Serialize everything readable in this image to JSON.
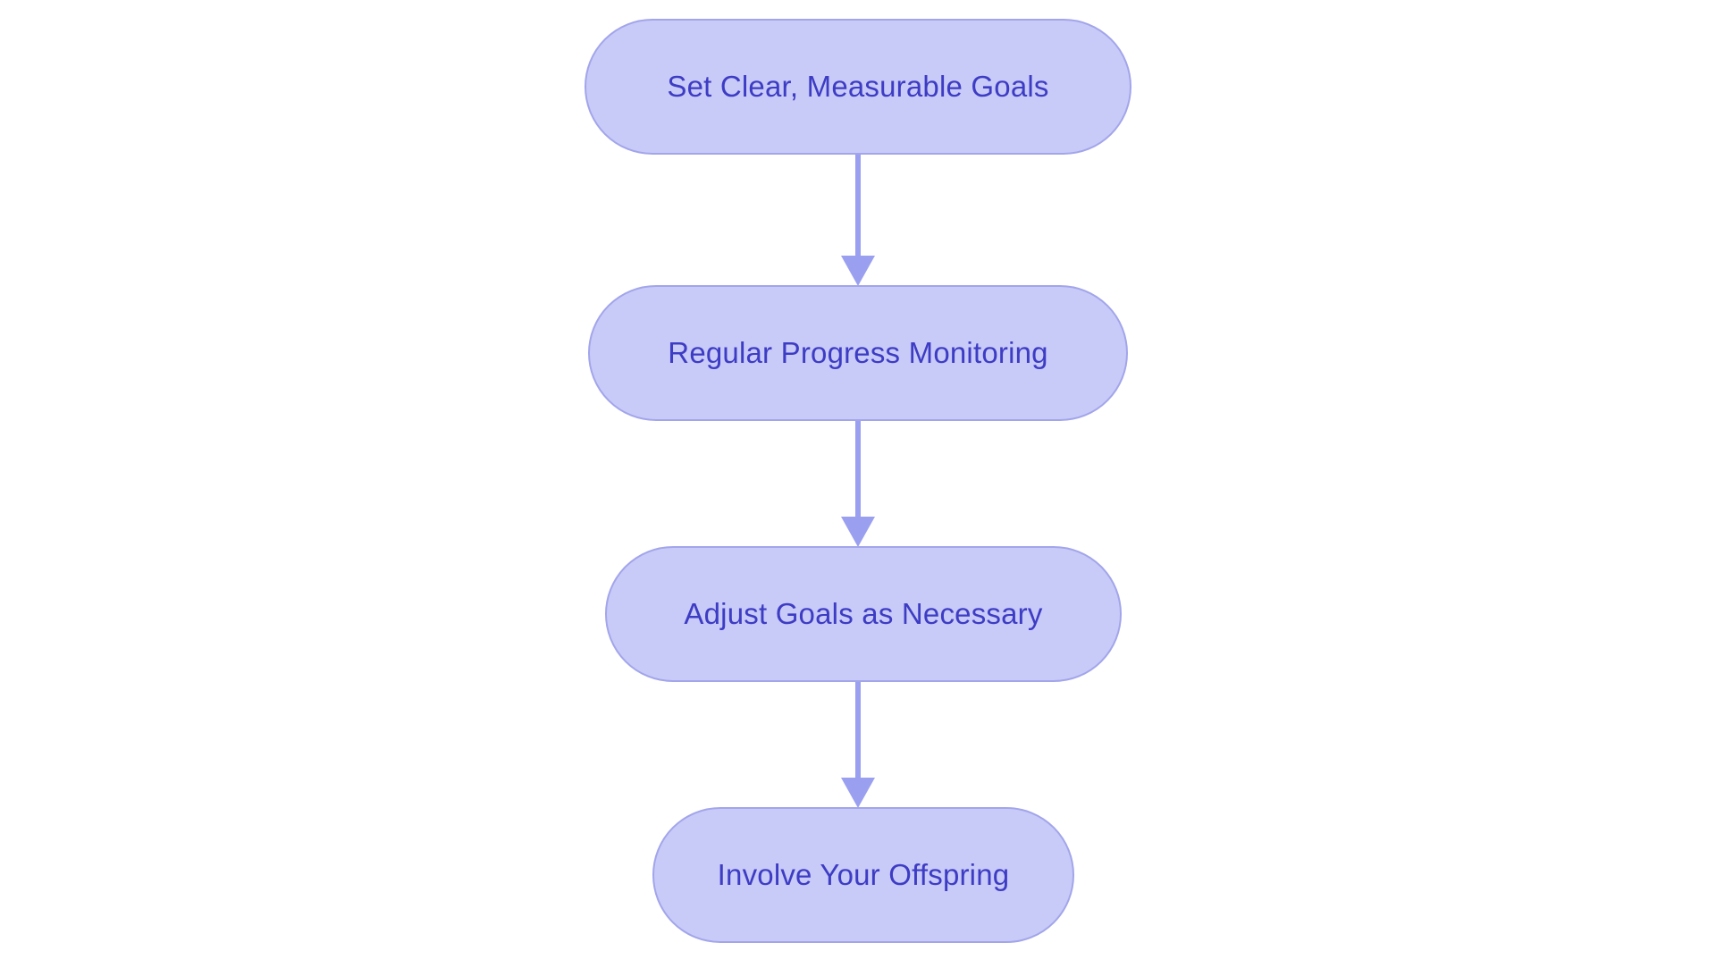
{
  "diagram": {
    "type": "flowchart",
    "direction": "top-down",
    "nodes": [
      {
        "id": "1",
        "shape": "stadium",
        "label": "Set Clear, Measurable Goals"
      },
      {
        "id": "2",
        "shape": "stadium",
        "label": "Regular Progress Monitoring"
      },
      {
        "id": "3",
        "shape": "stadium",
        "label": "Adjust Goals as Necessary"
      },
      {
        "id": "4",
        "shape": "stadium",
        "label": "Involve Your Offspring"
      }
    ],
    "edges": [
      {
        "from": "1",
        "to": "2",
        "style": "solid-arrow"
      },
      {
        "from": "2",
        "to": "3",
        "style": "solid-arrow"
      },
      {
        "from": "3",
        "to": "4",
        "style": "solid-arrow"
      }
    ]
  },
  "theme": {
    "background": "#ffffff",
    "node_fill": "#c8caf8",
    "node_border": "#a2a5ea",
    "node_text": "#3d3cc4",
    "arrow_color": "#9aa0ef"
  }
}
